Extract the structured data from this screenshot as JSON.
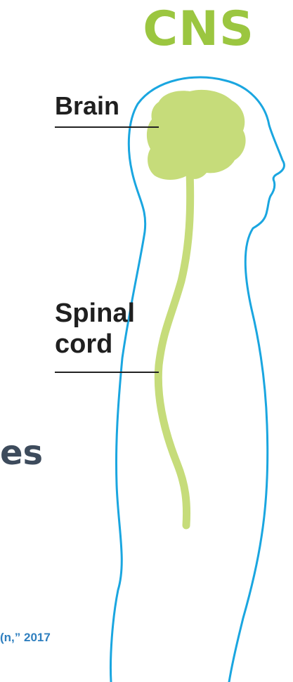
{
  "heading": "CNS",
  "labels": {
    "brain": "Brain",
    "spinal_line1": "Spinal",
    "spinal_line2": "cord"
  },
  "fragments": {
    "word_tail": "es",
    "citation_tail": "n,” 2017)"
  },
  "colors": {
    "heading": "#9bc640",
    "body_outline": "#1aa6e0",
    "nervous_system": "#c6dc7a",
    "leader_line": "#222222",
    "fragment_text": "#3d4b5c",
    "citation_text": "#2f7fbf"
  }
}
